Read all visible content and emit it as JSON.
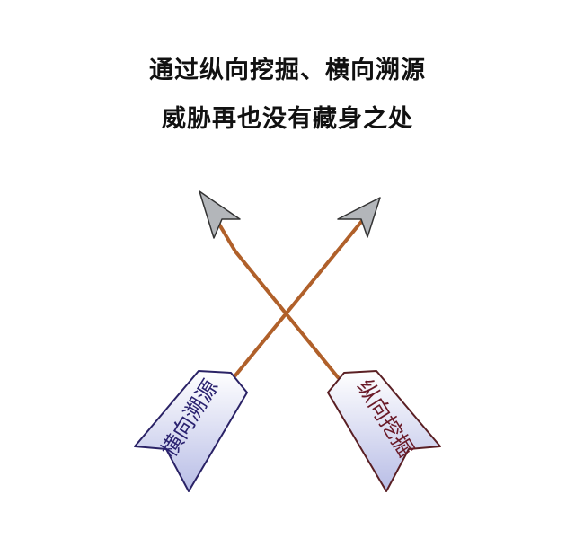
{
  "title": {
    "line1": "通过纵向挖掘、横向溯源",
    "line2": "威胁再也没有藏身之处"
  },
  "arrows": {
    "left_arrow_label": "横向溯源",
    "right_arrow_label": "纵向挖掘"
  },
  "colors": {
    "shaft": "#b0602a",
    "arrowhead_fill": "#b3b6ba",
    "flag_fill_top": "#ffffff",
    "flag_fill_bottom": "#b8bde6",
    "left_flag_border": "#2a2266",
    "left_label_color": "#2a2270",
    "right_flag_border": "#5a1f24",
    "right_label_color": "#6a1a28"
  }
}
